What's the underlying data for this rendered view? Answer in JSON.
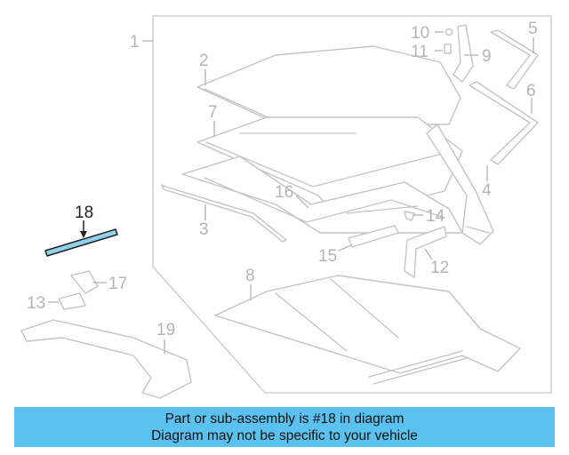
{
  "diagram": {
    "callouts": {
      "c1": "1",
      "c2": "2",
      "c3": "3",
      "c4": "4",
      "c5": "5",
      "c6": "6",
      "c7": "7",
      "c8": "8",
      "c9": "9",
      "c10": "10",
      "c11": "11",
      "c12": "12",
      "c13": "13",
      "c14": "14",
      "c15": "15",
      "c16": "16",
      "c17": "17",
      "c18": "18",
      "c19": "19"
    },
    "highlighted_part": "18",
    "colors": {
      "highlight_part": "#8fd0ec",
      "highlight_outline": "#222222",
      "part_outline": "#c3c3c3",
      "callout_text": "#b4b4b4",
      "banner_background": "#5bc1ef"
    }
  },
  "banner": {
    "line1": "Part or sub-assembly is #18 in diagram",
    "line2": "Diagram may not be specific to your vehicle"
  }
}
